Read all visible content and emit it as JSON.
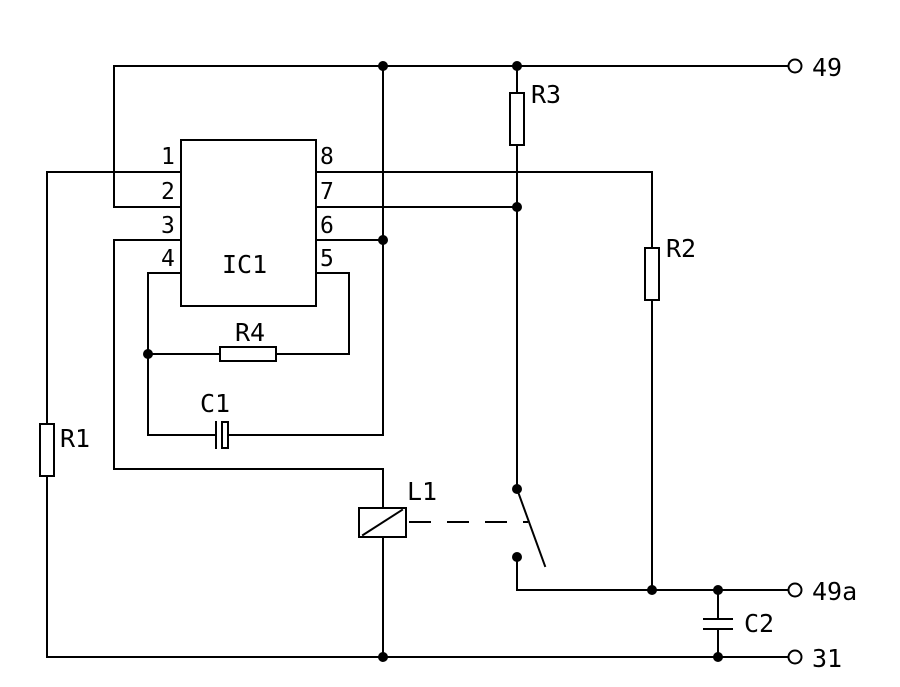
{
  "terminals": {
    "t49": "49",
    "t49a": "49a",
    "t31": "31"
  },
  "components": {
    "ic1": "IC1",
    "r1": "R1",
    "r2": "R2",
    "r3": "R3",
    "r4": "R4",
    "c1": "C1",
    "c2": "C2",
    "l1": "L1"
  },
  "ic_pins": [
    "1",
    "2",
    "3",
    "4",
    "5",
    "6",
    "7",
    "8"
  ]
}
